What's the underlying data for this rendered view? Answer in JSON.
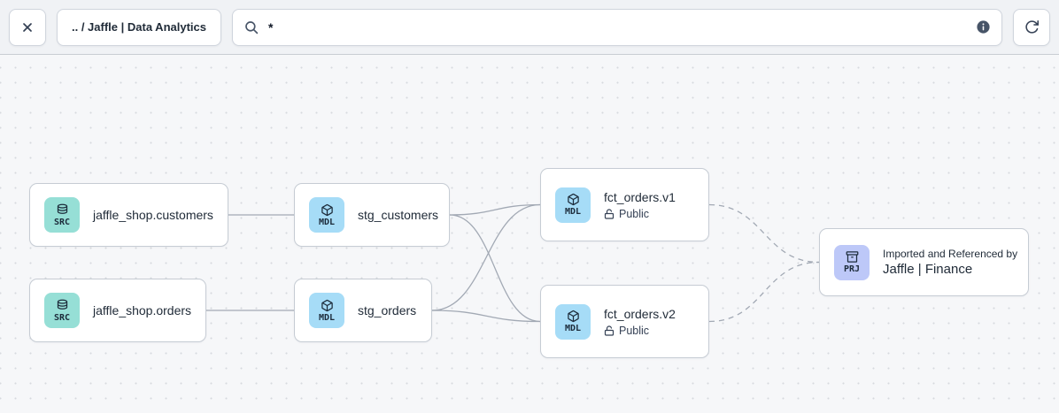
{
  "toolbar": {
    "breadcrumb_label": ".. / Jaffle | Data Analytics",
    "search": {
      "value": "*",
      "placeholder": ""
    },
    "icons": {
      "close": "close-icon",
      "search": "search-icon",
      "info": "info-circle-icon",
      "refresh": "refresh-icon"
    }
  },
  "graph": {
    "nodes": [
      {
        "badge": "SRC",
        "icon": "database-icon",
        "title": "jaffle_shop.customers"
      },
      {
        "badge": "SRC",
        "icon": "database-icon",
        "title": "jaffle_shop.orders"
      },
      {
        "badge": "MDL",
        "icon": "cube-icon",
        "title": "stg_customers"
      },
      {
        "badge": "MDL",
        "icon": "cube-icon",
        "title": "stg_orders"
      },
      {
        "badge": "MDL",
        "icon": "cube-icon",
        "title": "fct_orders.v1",
        "access": "Public",
        "access_icon": "unlock-icon"
      },
      {
        "badge": "MDL",
        "icon": "cube-icon",
        "title": "fct_orders.v2",
        "access": "Public",
        "access_icon": "unlock-icon"
      },
      {
        "badge": "PRJ",
        "icon": "archive-icon",
        "subtitle": "Imported and Referenced by",
        "title": "Jaffle | Finance"
      }
    ],
    "edges": [
      {
        "from": "jaffle_shop.customers",
        "to": "stg_customers",
        "style": "solid"
      },
      {
        "from": "jaffle_shop.orders",
        "to": "stg_orders",
        "style": "solid"
      },
      {
        "from": "stg_customers",
        "to": "fct_orders.v1",
        "style": "solid"
      },
      {
        "from": "stg_customers",
        "to": "fct_orders.v2",
        "style": "solid"
      },
      {
        "from": "stg_orders",
        "to": "fct_orders.v1",
        "style": "solid"
      },
      {
        "from": "stg_orders",
        "to": "fct_orders.v2",
        "style": "solid"
      },
      {
        "from": "fct_orders.v1",
        "to": "jaffle_finance",
        "style": "dashed"
      },
      {
        "from": "fct_orders.v2",
        "to": "jaffle_finance",
        "style": "dashed"
      }
    ]
  },
  "colors": {
    "src_badge": "#96dfd6",
    "mdl_badge": "#a6dcf7",
    "prj_badge": "#bdc8f8",
    "edge": "#a2a9b4",
    "canvas_bg": "#f6f7f9",
    "node_border": "#c6ccd4",
    "text_dark": "#1f2a37"
  }
}
